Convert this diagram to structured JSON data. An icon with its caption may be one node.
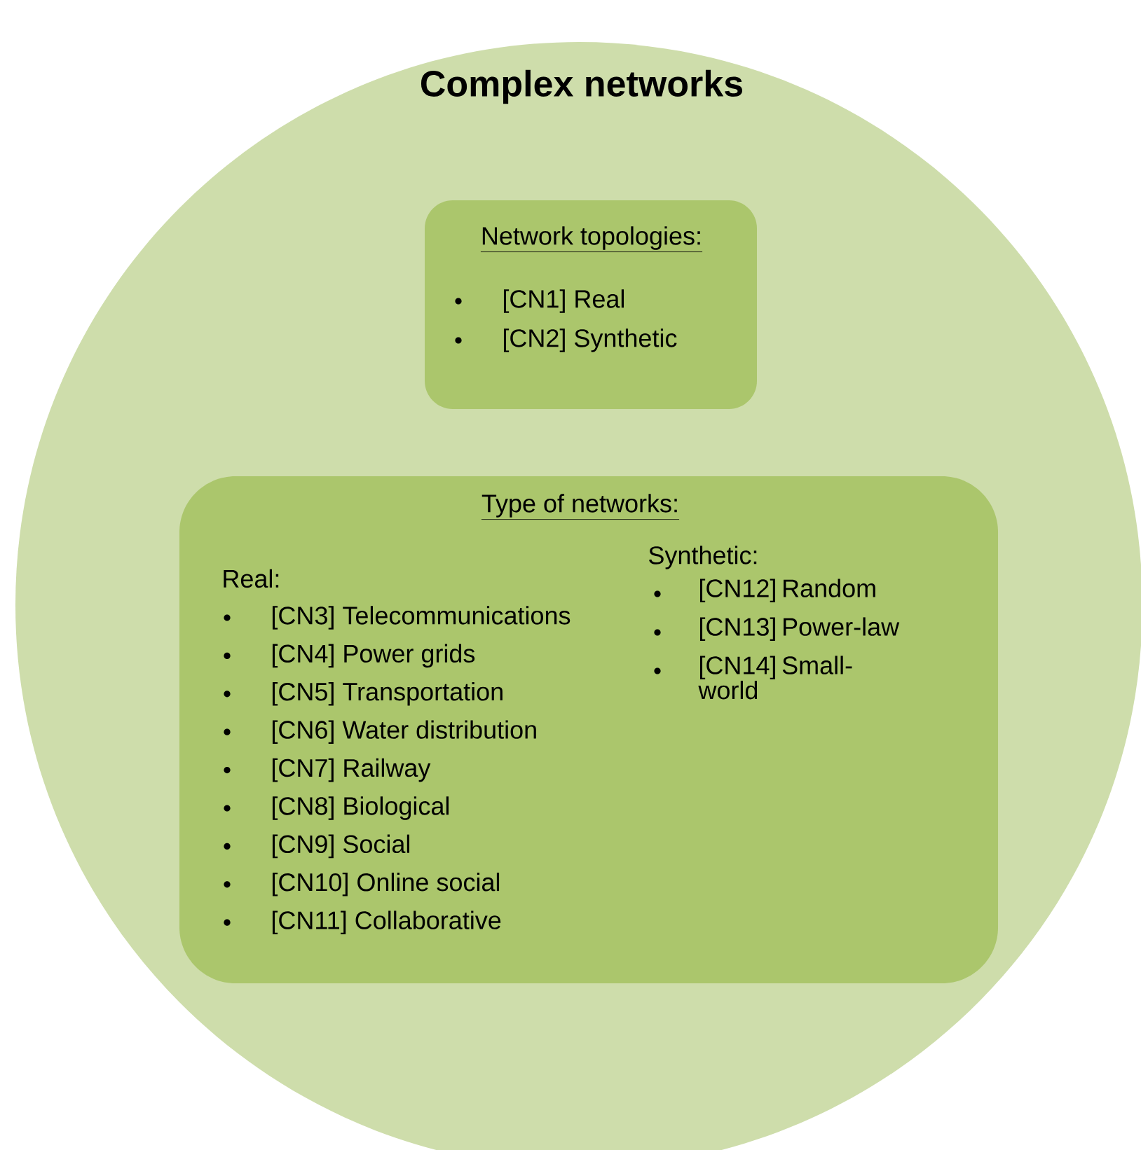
{
  "diagram": {
    "nodes": [
      {
        "text": [
          "Complex networks"
        ]
      },
      {
        "text": [
          "Network topologies:",
          "[CN1] Real",
          "[CN2] Synthetic"
        ],
        "in": 0
      },
      {
        "text": [
          "Type of networks:",
          "Real:",
          "[CN3] Telecommunications",
          "[CN4] Power grids",
          "[CN5] Transportation",
          "[CN6] Water distribution",
          "[CN7] Railway",
          "[CN8] Biological",
          "[CN9] Social",
          "[CN10] Online social",
          "[CN11] Collaborative",
          "Synthetic:",
          "[CN12] Random",
          "[CN13] Power-law",
          "[CN14] Small-world"
        ],
        "in": 0
      }
    ]
  }
}
